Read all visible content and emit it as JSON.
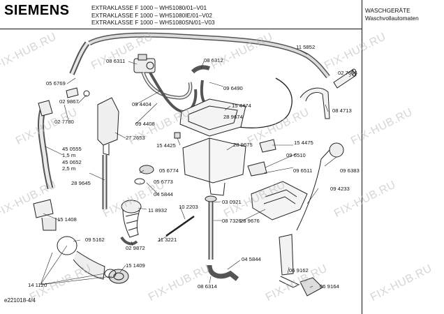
{
  "header": {
    "brand": "SIEMENS",
    "models": [
      "EXTRAKLASSE F 1000 – WH51080/01–V01",
      "EXTRAKLASSE F 1000 – WH51080IE/01–V02",
      "EXTRAKLASSE F 1000 – WH51080SN/01–V03"
    ],
    "category_line1": "WASCHGERÄTE",
    "category_line2": "Waschvollautomaten"
  },
  "watermark": "FIX-HUB.RU",
  "footer": {
    "code": "e221018-4/4"
  },
  "parts": [
    {
      "id": "p086311",
      "text": "08 6311"
    },
    {
      "id": "p086312",
      "text": "08 6312"
    },
    {
      "id": "p115852",
      "text": "11 5852"
    },
    {
      "id": "p027696",
      "text": "02 7696"
    },
    {
      "id": "p056769",
      "text": "05 6769"
    },
    {
      "id": "p029867",
      "text": "02 9867"
    },
    {
      "id": "p094404",
      "text": "09 4404"
    },
    {
      "id": "p096490",
      "text": "09 6490"
    },
    {
      "id": "p154474",
      "text": "15 4474"
    },
    {
      "id": "p289674",
      "text": "28 9674"
    },
    {
      "id": "p084713",
      "text": "08 4713"
    },
    {
      "id": "p027780",
      "text": "02 7780"
    },
    {
      "id": "p094408",
      "text": "09 4408"
    },
    {
      "id": "p272653",
      "text": "27 2653"
    },
    {
      "id": "p154475",
      "text": "15 4475"
    },
    {
      "id": "p154425",
      "text": "15 4425"
    },
    {
      "id": "p289675",
      "text": "28 9675"
    },
    {
      "id": "p096510",
      "text": "09 6510"
    },
    {
      "id": "p450555",
      "text": "45 0555"
    },
    {
      "id": "p15m",
      "text": "1,5 m"
    },
    {
      "id": "p450652",
      "text": "45 0652"
    },
    {
      "id": "p25m",
      "text": "2,5 m"
    },
    {
      "id": "p056774",
      "text": "05 6774"
    },
    {
      "id": "p096511",
      "text": "09 6511"
    },
    {
      "id": "p096383",
      "text": "09 6383"
    },
    {
      "id": "p056773",
      "text": "05 6773"
    },
    {
      "id": "p289645",
      "text": "28 9645"
    },
    {
      "id": "p094233",
      "text": "09 4233"
    },
    {
      "id": "p045844a",
      "text": "04 5844"
    },
    {
      "id": "p030921",
      "text": "03 0921"
    },
    {
      "id": "p118932",
      "text": "11 8932"
    },
    {
      "id": "p102203",
      "text": "10 2203"
    },
    {
      "id": "p087326",
      "text": "08 7326"
    },
    {
      "id": "p289676",
      "text": "28 9676"
    },
    {
      "id": "p151408",
      "text": "15 1408"
    },
    {
      "id": "p095162",
      "text": "09 5162"
    },
    {
      "id": "p113221",
      "text": "11 3221"
    },
    {
      "id": "p029872",
      "text": "02 9872"
    },
    {
      "id": "p045844b",
      "text": "04 5844"
    },
    {
      "id": "p151409",
      "text": "15 1409"
    },
    {
      "id": "p069162",
      "text": "06 9162"
    },
    {
      "id": "p141120",
      "text": "14 1120"
    },
    {
      "id": "p086314",
      "text": "08 6314"
    },
    {
      "id": "p069164",
      "text": "06 9164"
    }
  ]
}
